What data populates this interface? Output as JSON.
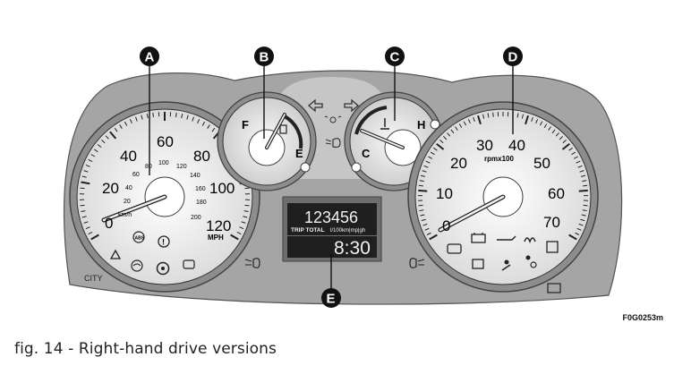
{
  "callouts": {
    "speedometer": "A",
    "fuel_gauge": "B",
    "temperature_gauge": "C",
    "tachometer": "D",
    "display": "E"
  },
  "speedometer": {
    "mph_labels": [
      "0",
      "20",
      "40",
      "60",
      "80",
      "100",
      "120"
    ],
    "kmh_labels": [
      "20",
      "40",
      "60",
      "80",
      "100",
      "120",
      "140",
      "160",
      "180",
      "200"
    ],
    "kmh_unit": "km/h",
    "mph_unit": "MPH",
    "city_label": "CITY"
  },
  "fuel_gauge": {
    "full_label": "F",
    "empty_label": "E"
  },
  "temperature_gauge": {
    "cold_label": "C",
    "hot_label": "H"
  },
  "tachometer": {
    "labels": [
      "0",
      "10",
      "20",
      "30",
      "40",
      "50",
      "60",
      "70"
    ],
    "unit": "rpmx100"
  },
  "display": {
    "odometer": "123456",
    "trip_label": "TRIP TOTAL",
    "units_label": "l/100km|mp|gh",
    "clock": "8:30"
  },
  "figure_ref": "F0G0253m",
  "caption": "fig. 14 - Right-hand drive versions"
}
